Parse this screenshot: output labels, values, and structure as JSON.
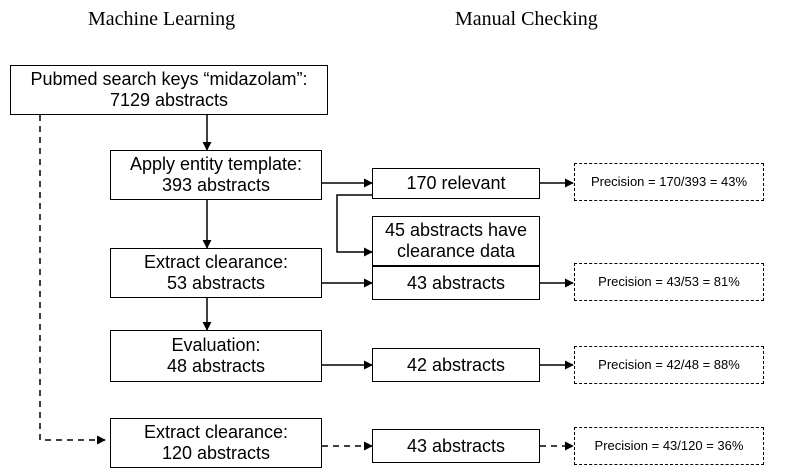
{
  "headers": {
    "left": "Machine Learning",
    "right": "Manual Checking"
  },
  "machine_learning": {
    "search": {
      "line1": "Pubmed search keys “midazolam”:",
      "line2": "7129 abstracts"
    },
    "template": {
      "line1": "Apply entity template:",
      "line2": "393 abstracts"
    },
    "extract": {
      "line1": "Extract clearance:",
      "line2": "53 abstracts"
    },
    "evaluation": {
      "line1": "Evaluation:",
      "line2": "48 abstracts"
    },
    "extract_all": {
      "line1": "Extract clearance:",
      "line2": "120 abstracts"
    }
  },
  "manual_checking": {
    "relevant": "170 relevant",
    "clearance_data": {
      "line1": "45 abstracts have",
      "line2": "clearance data"
    },
    "extract_checked": "43 abstracts",
    "evaluation_checked": "42 abstracts",
    "extract_all_checked": "43 abstracts"
  },
  "precision": {
    "template": "Precision = 170/393 = 43%",
    "extract": "Precision = 43/53 = 81%",
    "evaluation": "Precision = 42/48 = 88%",
    "extract_all": "Precision = 43/120 = 36%"
  }
}
